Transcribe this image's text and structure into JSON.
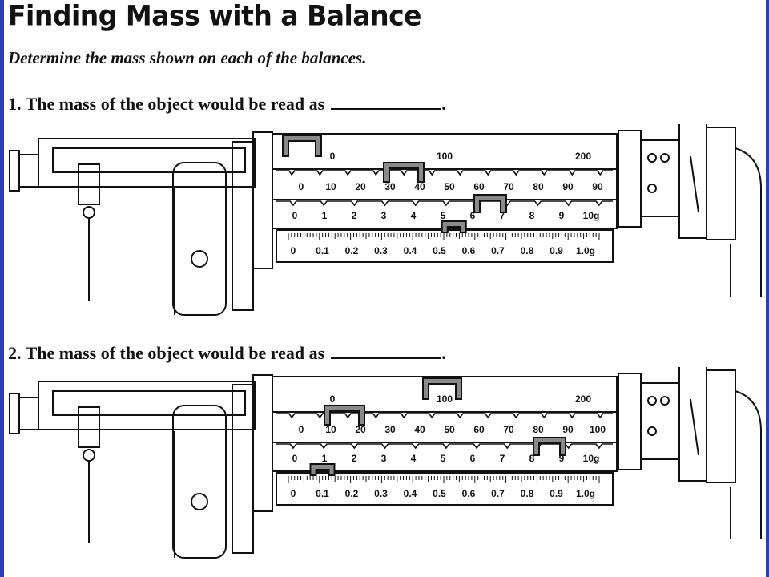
{
  "worksheet": {
    "title": "Finding Mass with a Balance",
    "instructions": "Determine the mass shown on each of the balances.",
    "questions": [
      {
        "number": "1.",
        "text": "The mass of the object would be read as",
        "end": "."
      },
      {
        "number": "2.",
        "text": "The mass of the object would be read as",
        "end": "."
      }
    ]
  },
  "balances": [
    {
      "beam_hundreds": {
        "labels": [
          "0",
          "100",
          "200"
        ],
        "rider_value": 0
      },
      "beam_tens": {
        "labels": [
          "0",
          "10",
          "20",
          "30",
          "40",
          "50",
          "60",
          "70",
          "80",
          "90",
          "90"
        ],
        "rider_value": 40
      },
      "beam_ones": {
        "labels": [
          "0",
          "1",
          "2",
          "3",
          "4",
          "5",
          "6",
          "7",
          "8",
          "9",
          "10g"
        ],
        "rider_value": 7
      },
      "beam_tenths": {
        "labels": [
          "0",
          "0.1",
          "0.2",
          "0.3",
          "0.4",
          "0.5",
          "0.6",
          "0.7",
          "0.8",
          "0.9",
          "1.0g"
        ],
        "rider_value": 0.55
      }
    },
    {
      "beam_hundreds": {
        "labels": [
          "0",
          "100",
          "200"
        ],
        "rider_value": 100
      },
      "beam_tens": {
        "labels": [
          "0",
          "10",
          "20",
          "30",
          "40",
          "50",
          "60",
          "70",
          "80",
          "90",
          "100"
        ],
        "rider_value": 20
      },
      "beam_ones": {
        "labels": [
          "0",
          "1",
          "2",
          "3",
          "4",
          "5",
          "6",
          "7",
          "8",
          "9",
          "10g"
        ],
        "rider_value": 9
      },
      "beam_tenths": {
        "labels": [
          "0",
          "0.1",
          "0.2",
          "0.3",
          "0.4",
          "0.5",
          "0.6",
          "0.7",
          "0.8",
          "0.9",
          "1.0g"
        ],
        "rider_value": 0.1
      }
    }
  ]
}
